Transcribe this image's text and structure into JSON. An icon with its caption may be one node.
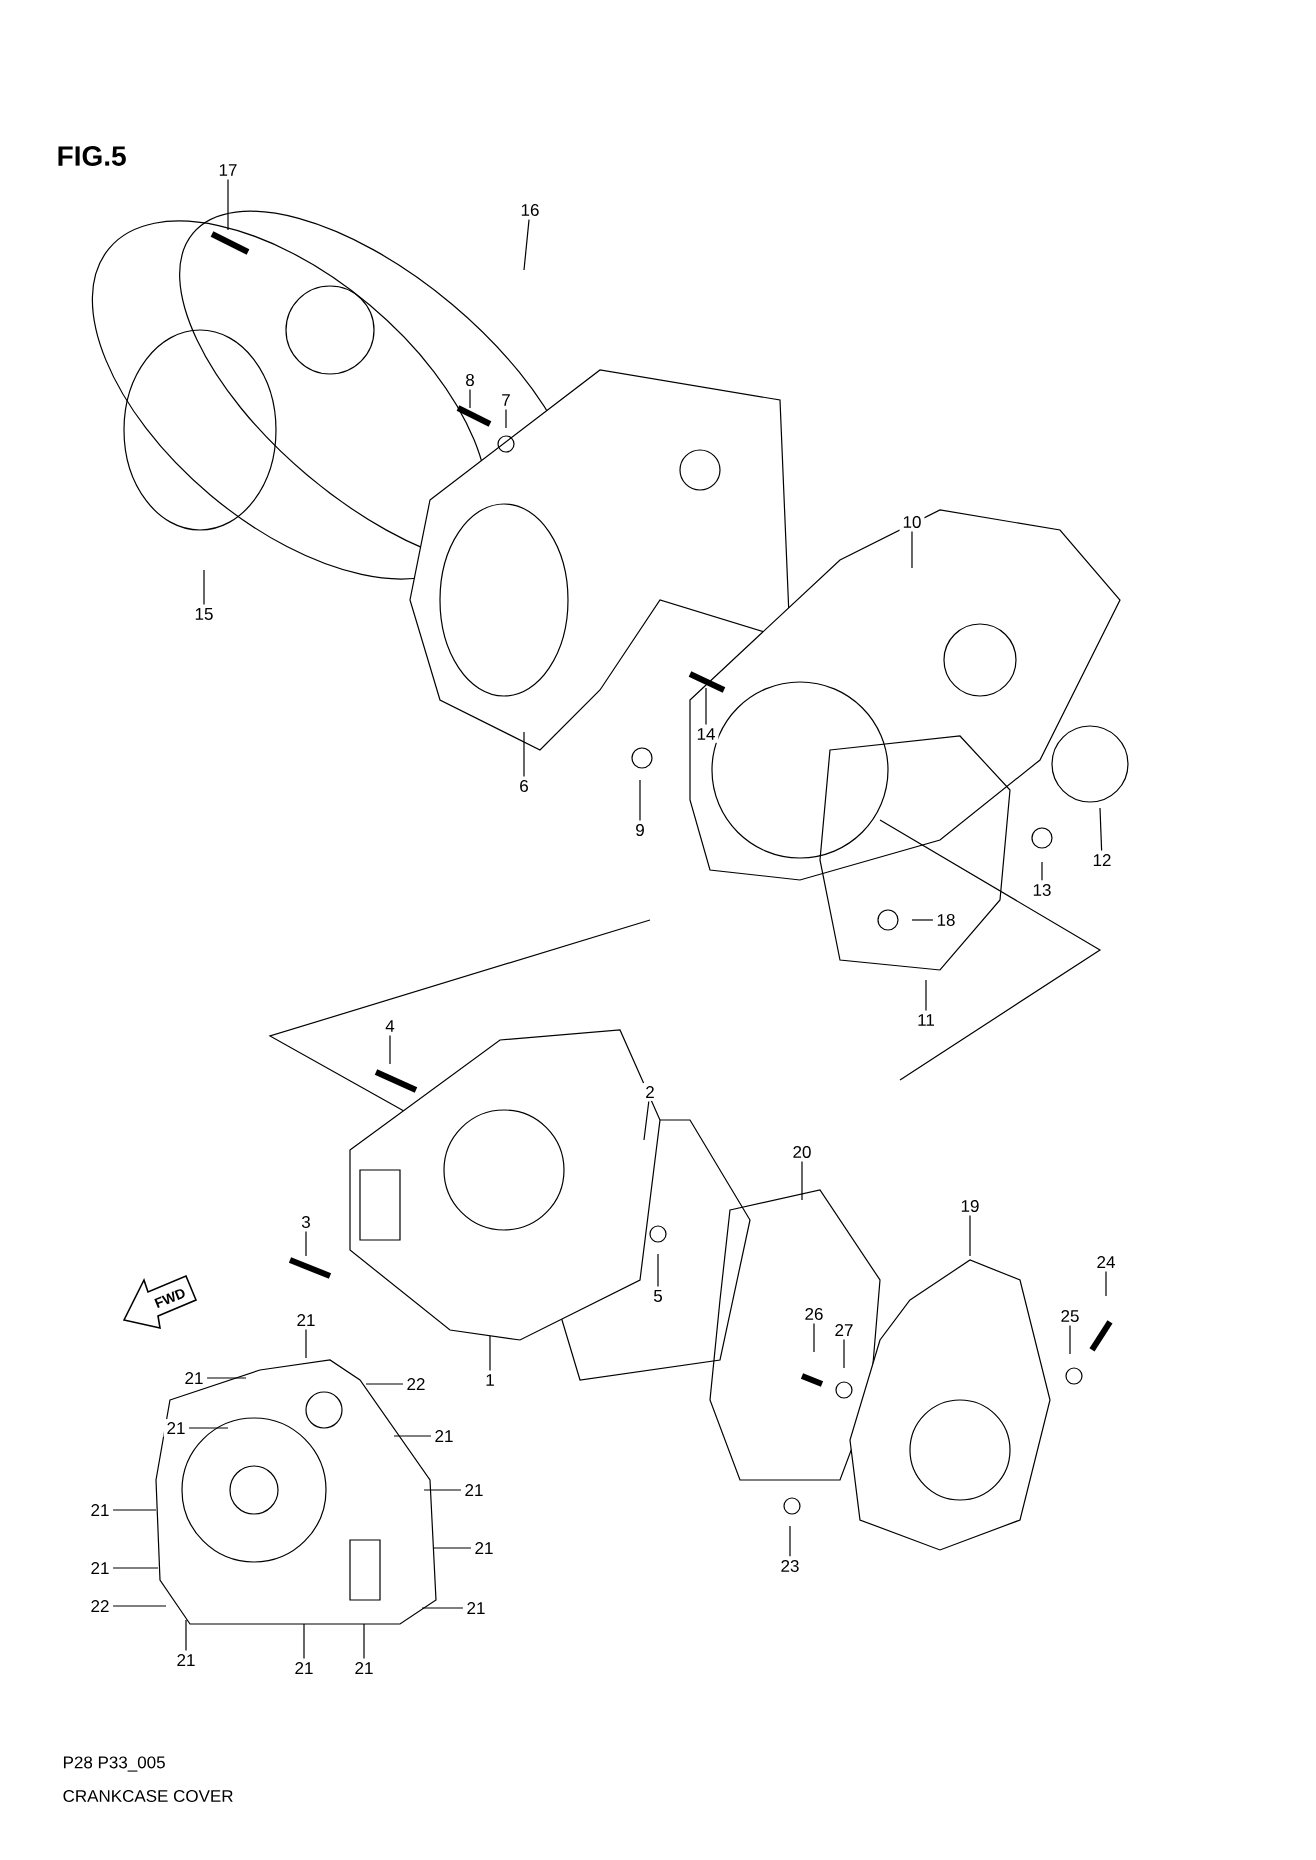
{
  "diagram": {
    "title": "FIG.5",
    "caption": "CRANKCASE COVER",
    "nodes": [
      {
        "text": [
          "17"
        ]
      },
      {
        "text": [
          "16"
        ]
      },
      {
        "text": [
          "8"
        ]
      },
      {
        "text": [
          "7"
        ]
      },
      {
        "text": [
          "15"
        ]
      },
      {
        "text": [
          "6"
        ]
      },
      {
        "text": [
          "9"
        ]
      },
      {
        "text": [
          "10"
        ]
      },
      {
        "text": [
          "14"
        ]
      },
      {
        "text": [
          "12"
        ]
      },
      {
        "text": [
          "13"
        ]
      },
      {
        "text": [
          "18"
        ]
      },
      {
        "text": [
          "11"
        ]
      },
      {
        "text": [
          "4"
        ]
      },
      {
        "text": [
          "2"
        ]
      },
      {
        "text": [
          "20"
        ]
      },
      {
        "text": [
          "3"
        ]
      },
      {
        "text": [
          "19"
        ]
      },
      {
        "text": [
          "24"
        ]
      },
      {
        "text": [
          "5"
        ]
      },
      {
        "text": [
          "26"
        ]
      },
      {
        "text": [
          "21"
        ]
      },
      {
        "text": [
          "27"
        ]
      },
      {
        "text": [
          "25"
        ]
      },
      {
        "text": [
          "21"
        ]
      },
      {
        "text": [
          "1"
        ]
      },
      {
        "text": [
          "22"
        ]
      },
      {
        "text": [
          "21"
        ]
      },
      {
        "text": [
          "21"
        ]
      },
      {
        "text": [
          "21"
        ]
      },
      {
        "text": [
          "21"
        ]
      },
      {
        "text": [
          "21"
        ]
      },
      {
        "text": [
          "21"
        ]
      },
      {
        "text": [
          "23"
        ]
      },
      {
        "text": [
          "22"
        ]
      },
      {
        "text": [
          "21"
        ]
      },
      {
        "text": [
          "21"
        ]
      },
      {
        "text": [
          "21"
        ]
      },
      {
        "text": [
          "21"
        ]
      }
    ],
    "edges": [
      {
        "from": 0,
        "to": null,
        "arrow": "none"
      },
      {
        "from": 1,
        "to": null,
        "arrow": "none"
      },
      {
        "from": 2,
        "to": null,
        "arrow": "none"
      },
      {
        "from": 3,
        "to": null,
        "arrow": "none"
      },
      {
        "from": 4,
        "to": null,
        "arrow": "none"
      },
      {
        "from": 5,
        "to": null,
        "arrow": "none"
      },
      {
        "from": 6,
        "to": null,
        "arrow": "none"
      },
      {
        "from": 7,
        "to": null,
        "arrow": "none"
      },
      {
        "from": 8,
        "to": null,
        "arrow": "none"
      },
      {
        "from": 9,
        "to": null,
        "arrow": "none"
      },
      {
        "from": 10,
        "to": null,
        "arrow": "none"
      },
      {
        "from": 11,
        "to": null,
        "arrow": "none"
      },
      {
        "from": 12,
        "to": null,
        "arrow": "none"
      },
      {
        "from": 13,
        "to": null,
        "arrow": "none"
      },
      {
        "from": 14,
        "to": null,
        "arrow": "none"
      },
      {
        "from": 15,
        "to": null,
        "arrow": "none"
      },
      {
        "from": 16,
        "to": null,
        "arrow": "none"
      },
      {
        "from": 17,
        "to": null,
        "arrow": "none"
      },
      {
        "from": 18,
        "to": null,
        "arrow": "none"
      },
      {
        "from": 19,
        "to": null,
        "arrow": "none"
      },
      {
        "from": 20,
        "to": null,
        "arrow": "none"
      },
      {
        "from": 21,
        "to": null,
        "arrow": "none"
      },
      {
        "from": 22,
        "to": null,
        "arrow": "none"
      },
      {
        "from": 23,
        "to": null,
        "arrow": "none"
      },
      {
        "from": 24,
        "to": null,
        "arrow": "none"
      },
      {
        "from": 25,
        "to": null,
        "arrow": "none"
      },
      {
        "from": 26,
        "to": null,
        "arrow": "none"
      },
      {
        "from": 27,
        "to": null,
        "arrow": "none"
      },
      {
        "from": 28,
        "to": null,
        "arrow": "none"
      },
      {
        "from": 29,
        "to": null,
        "arrow": "none"
      },
      {
        "from": 30,
        "to": null,
        "arrow": "none"
      },
      {
        "from": 31,
        "to": null,
        "arrow": "none"
      },
      {
        "from": 32,
        "to": null,
        "arrow": "none"
      },
      {
        "from": 33,
        "to": null,
        "arrow": "none"
      },
      {
        "from": 34,
        "to": null,
        "arrow": "none"
      },
      {
        "from": 35,
        "to": null,
        "arrow": "none"
      },
      {
        "from": 36,
        "to": null,
        "arrow": "none"
      },
      {
        "from": 37,
        "to": null,
        "arrow": "none"
      },
      {
        "from": 38,
        "to": null,
        "arrow": "none"
      }
    ],
    "labels": [
      "FWD",
      "P28 P33_005"
    ]
  }
}
